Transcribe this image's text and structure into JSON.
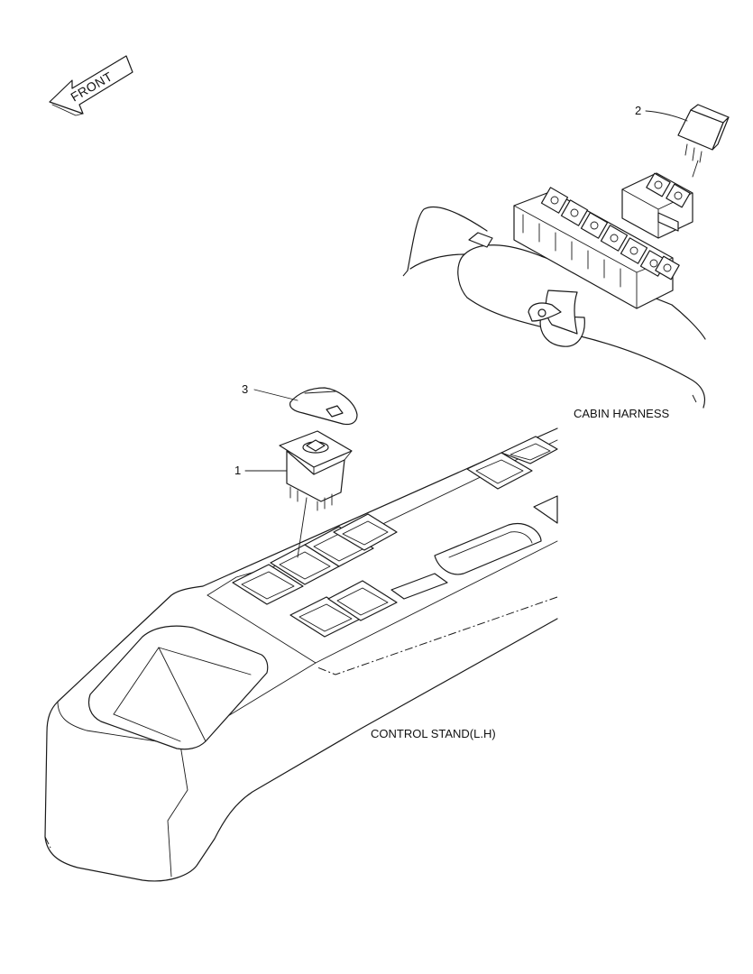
{
  "orientation": {
    "front_label": "FRONT"
  },
  "callouts": [
    {
      "number": "1"
    },
    {
      "number": "2"
    },
    {
      "number": "3"
    }
  ],
  "labels": {
    "cabin_harness": "CABIN HARNESS",
    "control_stand": "CONTROL STAND(L.H)"
  }
}
